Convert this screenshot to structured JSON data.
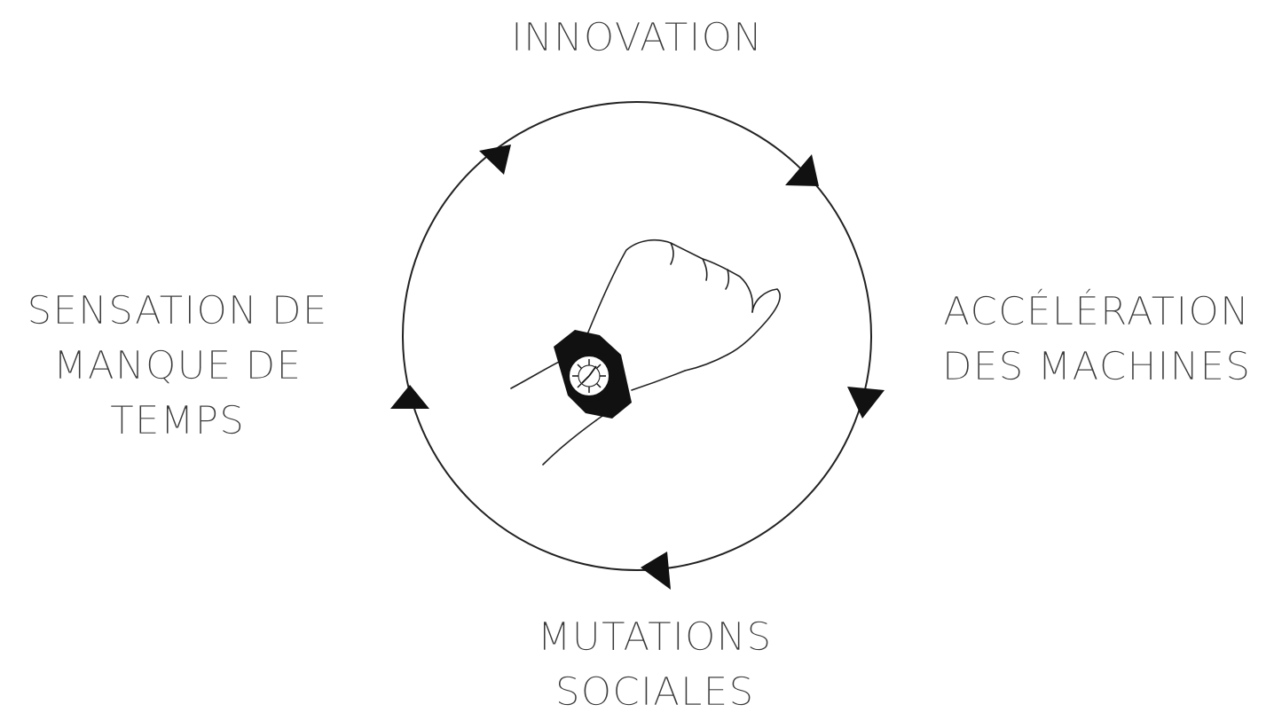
{
  "diagram": {
    "type": "cycle",
    "labels": {
      "top": [
        "INNOVATION"
      ],
      "right": [
        "ACCÉLÉRATION",
        "DES MACHINES"
      ],
      "bottom": [
        "MUTATIONS",
        "SOCIALES"
      ],
      "left": [
        "SENSATION DE",
        "MANQUE DE",
        "TEMPS"
      ]
    },
    "center_illustration": "wristwatch-on-hand-icon",
    "arrow_direction": "clockwise",
    "colors": {
      "stroke": "#222222",
      "text": "#3a3a3a",
      "watch": "#111111",
      "background": "#ffffff"
    }
  }
}
